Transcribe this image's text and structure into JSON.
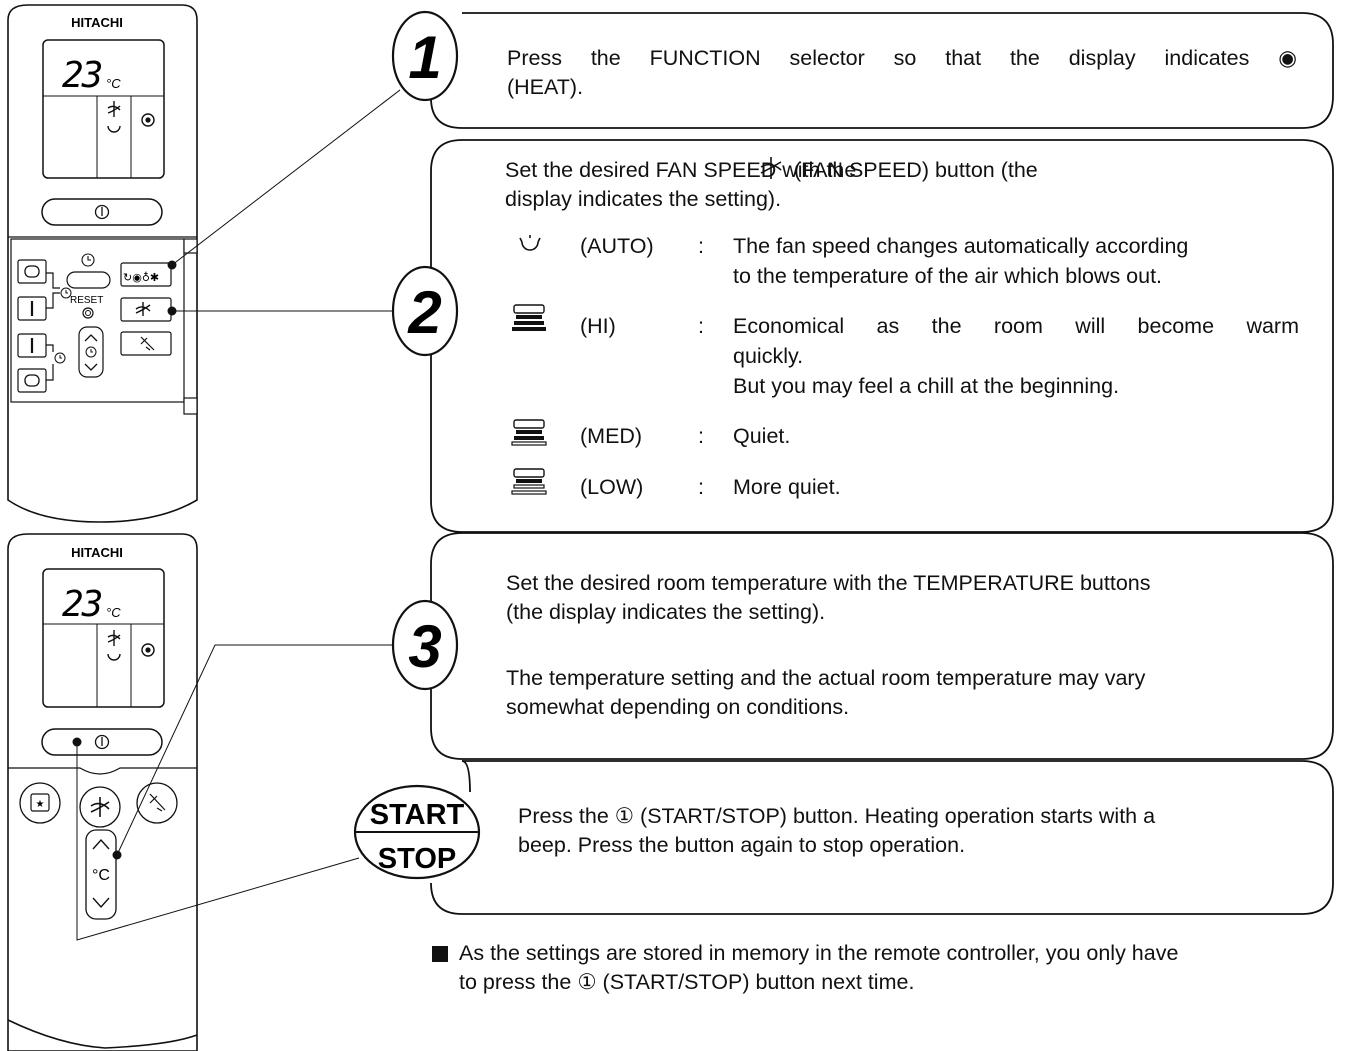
{
  "remote1": {
    "brand": "HITACHI",
    "display_temp": "23",
    "temp_unit": "°C",
    "reset_label": "RESET"
  },
  "remote2": {
    "brand": "HITACHI",
    "display_temp": "23",
    "temp_unit": "°C",
    "temp_button_label": "°C"
  },
  "steps": [
    {
      "marker": "1",
      "text_line1": "Press the FUNCTION selector so that the display indicates ◉",
      "text_line2": "(HEAT)."
    },
    {
      "marker": "2",
      "intro_a": "Set the desired FAN SPEED with the",
      "intro_b": "(FAN SPEED) button (the",
      "intro_c": "display indicates the setting).",
      "fan_options": [
        {
          "icon": "auto-fan-icon",
          "name": "(AUTO)",
          "sep": ":",
          "desc": [
            "The fan speed changes automatically according",
            "to the temperature of the air which blows out."
          ]
        },
        {
          "icon": "fan-hi-icon",
          "name": "(HI)",
          "sep": ":",
          "desc": [
            "Economical as the room will become warm",
            "quickly.",
            "But you may feel a chill at the beginning."
          ]
        },
        {
          "icon": "fan-med-icon",
          "name": "(MED)",
          "sep": ":",
          "desc": [
            "Quiet."
          ]
        },
        {
          "icon": "fan-low-icon",
          "name": "(LOW)",
          "sep": ":",
          "desc": [
            "More quiet."
          ]
        }
      ]
    },
    {
      "marker": "3",
      "para1_line1": "Set the desired room temperature with the TEMPERATURE buttons",
      "para1_line2": "(the display indicates the setting).",
      "para2_line1": "The temperature setting and the actual room temperature may vary",
      "para2_line2": "somewhat depending on conditions."
    },
    {
      "marker_top": "START",
      "marker_bottom": "STOP",
      "line1": "Press the ① (START/STOP) button. Heating operation starts with a",
      "line2": "beep. Press the button again to stop operation."
    }
  ],
  "note": {
    "line1": "As the settings are stored in memory in the remote controller, you only have",
    "line2": "to press the ① (START/STOP) button next time."
  }
}
